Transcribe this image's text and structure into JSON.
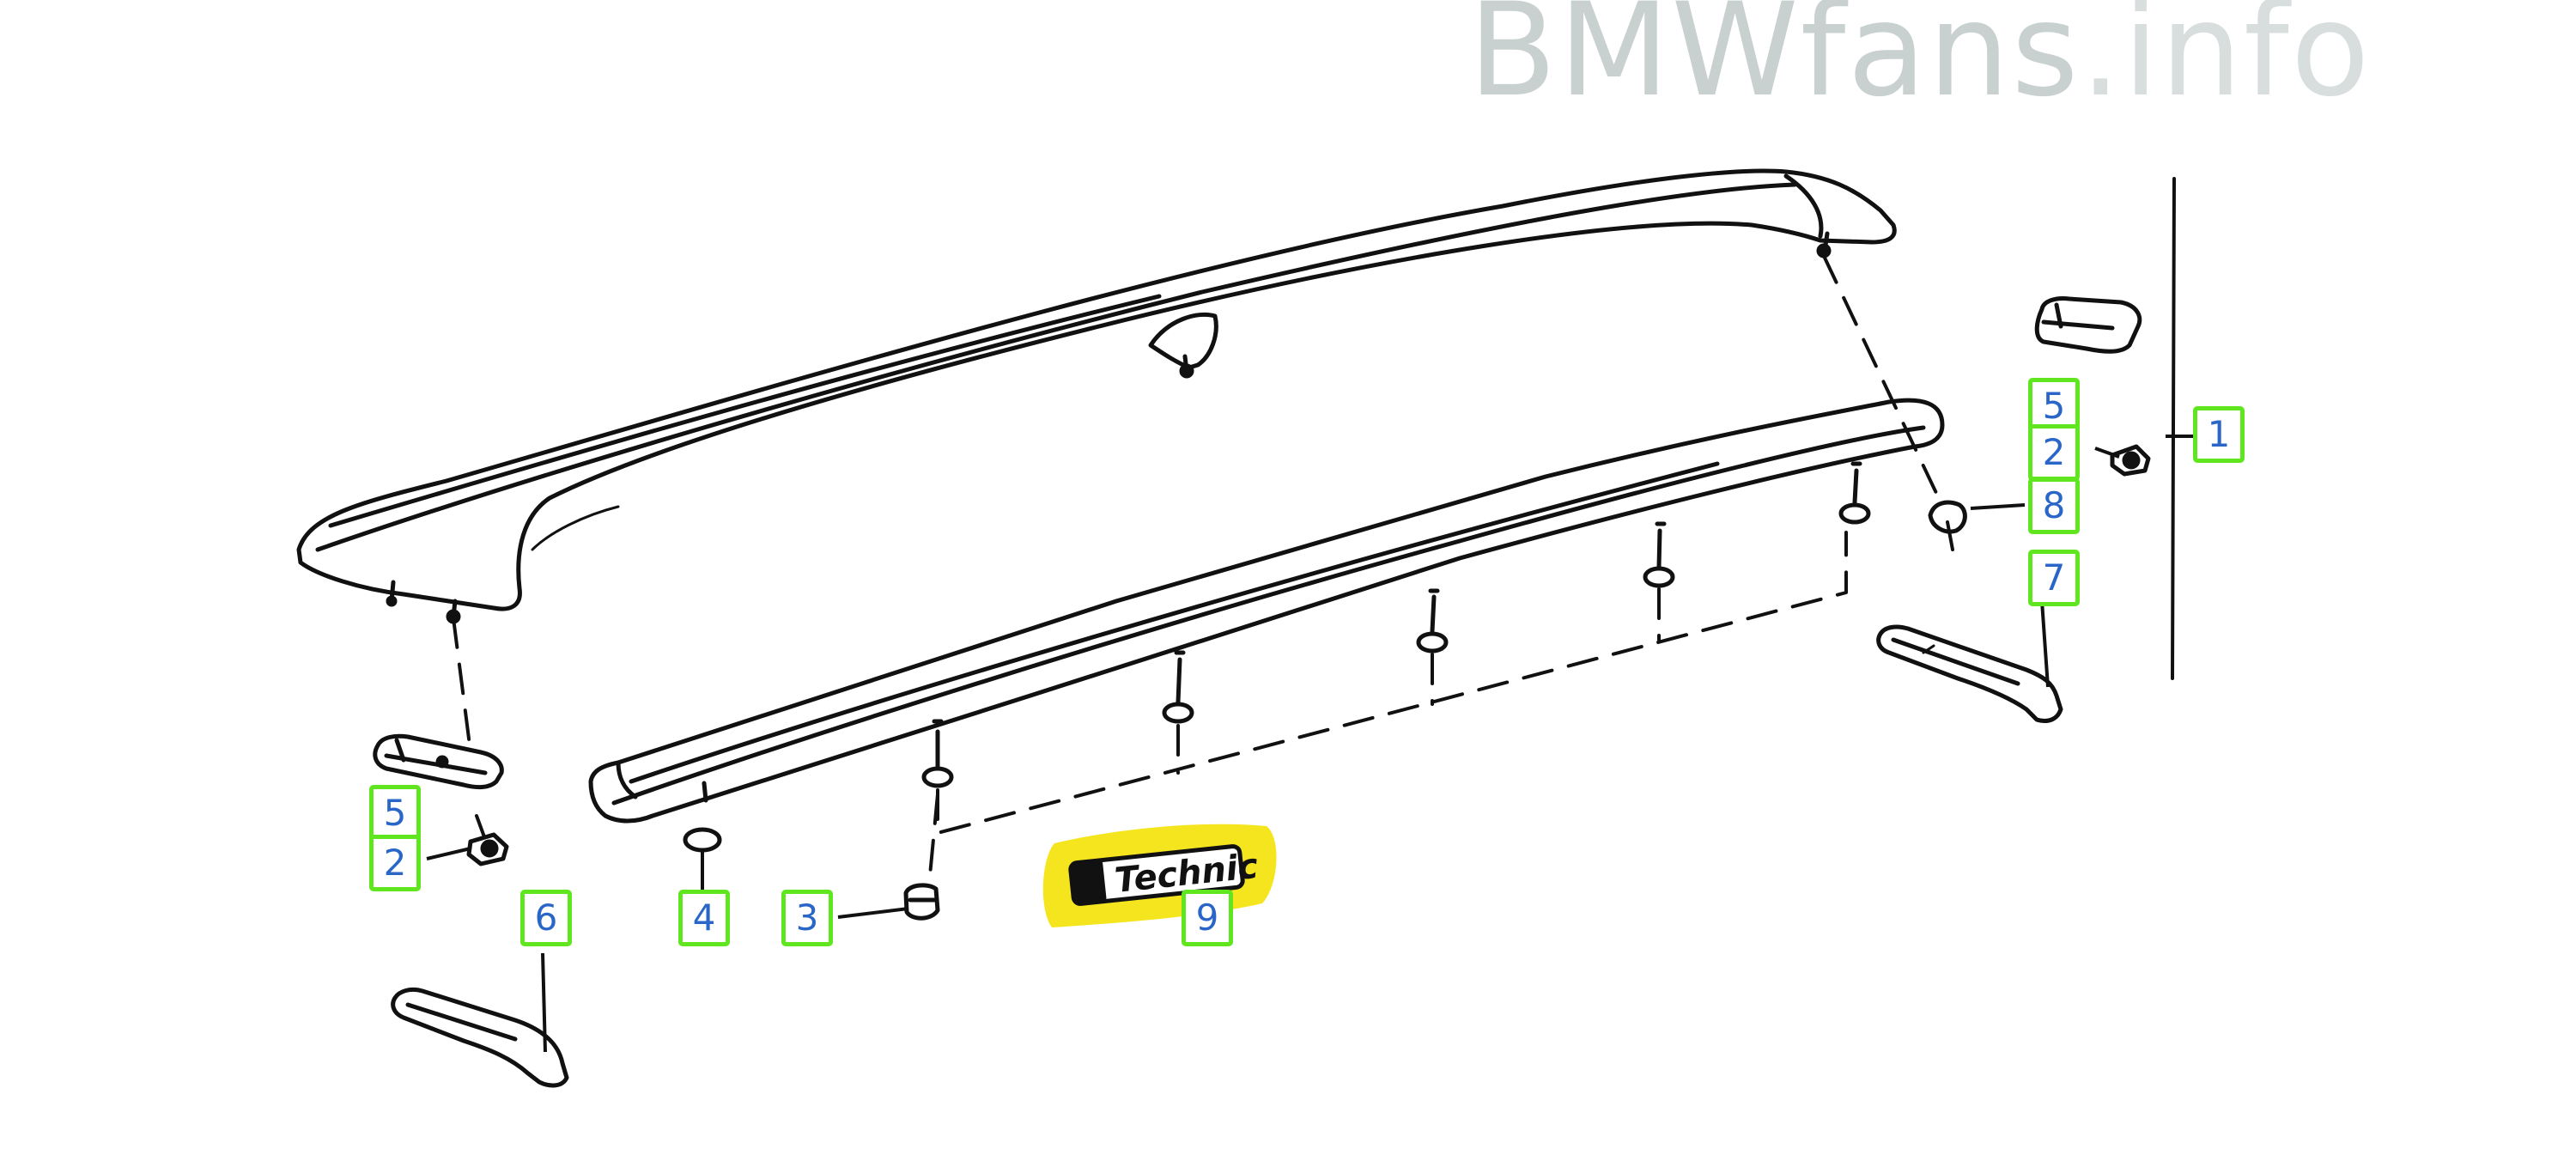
{
  "watermark": {
    "brand": "BMWfans",
    "tld": ".info"
  },
  "badge_text": "Technic",
  "colors": {
    "callout_border": "#5fe61f",
    "callout_text": "#2a66c8",
    "highlight": "#f5e51f",
    "line_art": "#111111",
    "watermark": "#c9d0d0"
  },
  "callouts": [
    {
      "id": "1",
      "label": "1",
      "part": "boot-lid"
    },
    {
      "id": "5r",
      "label": "5",
      "part": "support-right"
    },
    {
      "id": "2r",
      "label": "2",
      "part": "nut-right"
    },
    {
      "id": "8",
      "label": "8",
      "part": "grommet-right"
    },
    {
      "id": "7",
      "label": "7",
      "part": "trim-right"
    },
    {
      "id": "5l",
      "label": "5",
      "part": "support-left"
    },
    {
      "id": "2l",
      "label": "2",
      "part": "nut-left"
    },
    {
      "id": "6",
      "label": "6",
      "part": "trim-left"
    },
    {
      "id": "4",
      "label": "4",
      "part": "plug"
    },
    {
      "id": "3",
      "label": "3",
      "part": "clip"
    },
    {
      "id": "9",
      "label": "9",
      "part": "emblem"
    }
  ]
}
